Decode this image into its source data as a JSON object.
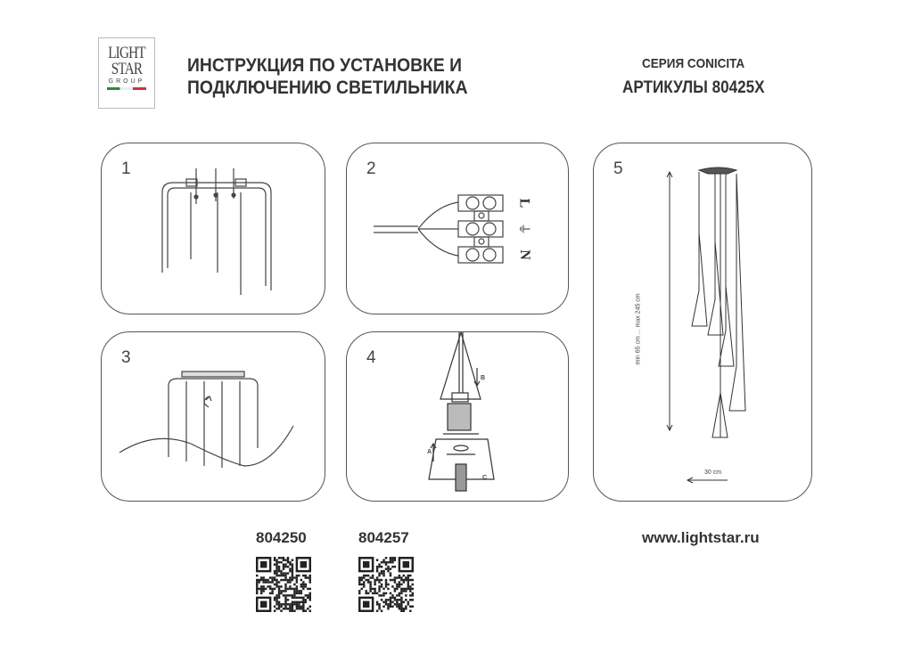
{
  "logo": {
    "line1": "LIGHT",
    "line2": "STAR",
    "line3": "GROUP"
  },
  "header": {
    "title_line1": "ИНСТРУКЦИЯ ПО УСТАНОВКЕ И",
    "title_line2": "ПОДКЛЮЧЕНИЮ СВЕТИЛЬНИКА",
    "series": "СЕРИЯ CONICITA",
    "articles": "АРТИКУЛЫ 80425X"
  },
  "steps": [
    {
      "number": "1"
    },
    {
      "number": "2",
      "terminal_labels": [
        "L",
        "⏚",
        "N"
      ]
    },
    {
      "number": "3"
    },
    {
      "number": "4",
      "arrow_labels": [
        "B",
        "A",
        "C"
      ]
    },
    {
      "number": "5",
      "height_label": "min 65 cm ... max 245 cm",
      "width_label": "30 cm"
    }
  ],
  "footer": {
    "codes": [
      "804250",
      "804257"
    ],
    "website": "www.lightstar.ru"
  }
}
